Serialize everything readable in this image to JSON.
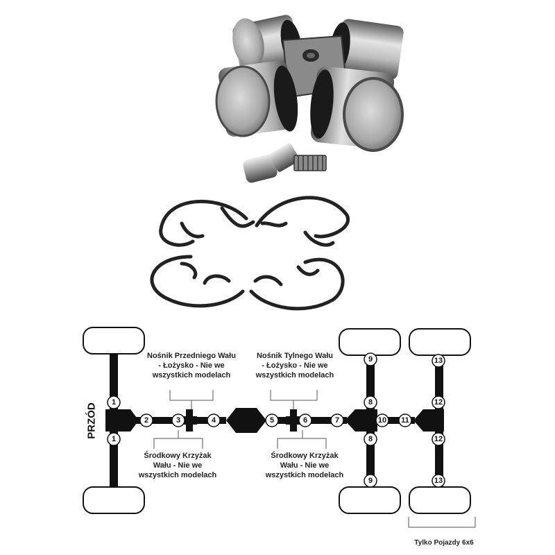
{
  "labels": {
    "front_carrier": [
      "Nośnik Przedniego Wału",
      "- Łożysko - Nie we",
      "wszystkich modelach"
    ],
    "rear_carrier": [
      "Nośnik Tylnego Wału",
      "- Łożysko - Nie we",
      "wszystkich modelach"
    ],
    "center_cross_1": [
      "Środkowy Krzyżak",
      "Wału -    Nie we",
      "wszystkich modelach"
    ],
    "center_cross_2": [
      "Środkowy Krzyżak",
      "Wału -    Nie we",
      "wszystkich modelach"
    ],
    "front": "PRZÓD",
    "six_by_six": "Tylko Pojazdy 6x6"
  },
  "nodes": {
    "n1a": "1",
    "n1b": "1",
    "n2": "2",
    "n3": "3",
    "n4": "4",
    "n5": "5",
    "n6": "6",
    "n7": "7",
    "n8a": "8",
    "n8b": "8",
    "n9a": "9",
    "n9b": "9",
    "n10": "10",
    "n11": "11",
    "n12a": "12",
    "n12b": "12",
    "n13a": "13",
    "n13b": "13"
  },
  "colors": {
    "line": "#111111",
    "metal_light": "#d8d8d8",
    "metal_dark": "#6a6a6a",
    "seal": "#1a1a1a"
  }
}
